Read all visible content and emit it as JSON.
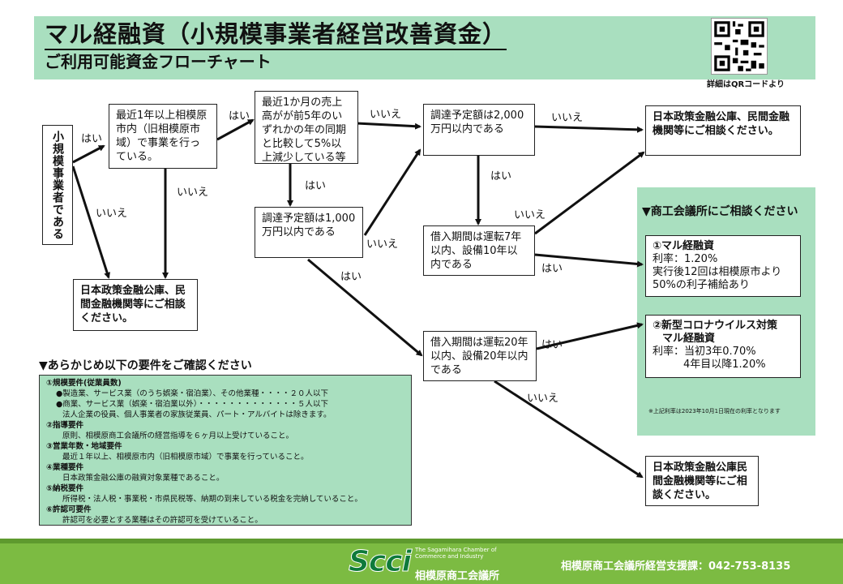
{
  "header": {
    "title": "マル経融資（小規模事業者経営改善資金）",
    "subtitle": "ご利用可能資金フローチャート",
    "qr_caption": "詳細はQRコードより"
  },
  "flow": {
    "start": "小規模事業者である",
    "q1": "最近1年以上相模原市内（旧相模原市域）で事業を行っている。",
    "q2": "最近1か月の売上高がが前5年のいずれかの年の同期と比較して5%以上減少している等",
    "q3": "調達予定額は1,000万円以内である",
    "q4": "調達予定額は2,000万円以内である",
    "q5": "借入期間は運転7年以内、設備10年以内である",
    "q6": "借入期間は運転20年以内、設備20年以内である",
    "consult1": "日本政策金融公庫、民間金融機関等にご相談ください。",
    "consult2": "日本政策金融公庫、民間金融機関等にご相談ください。",
    "consult3": "日本政策金融公庫民間金融機関等にご相談ください。",
    "yes": "はい",
    "no": "いいえ"
  },
  "chamber": {
    "title": "▼商工会議所にご相談ください",
    "loan1_title": "①マル経融資",
    "loan1_rate": "利率：1.20%",
    "loan1_sub1": "実行後12回は相模原市より",
    "loan1_sub2": "50%の利子補給あり",
    "loan2_title1": "②新型コロナウイルス対策",
    "loan2_title2": "マル経融資",
    "loan2_rate1": "利率：当初3年0.70%",
    "loan2_rate2": "4年目以降1.20%",
    "note": "※上記利率は2023年10月1日現在の利率となります"
  },
  "requirements": {
    "title": "▼あらかじめ以下の要件をご確認ください",
    "lines": [
      "①規模要件(従業員数)",
      "●製造業、サービス業（のうち娯楽・宿泊業）、その他業種・・・・２０人以下",
      "●商業、サービス業（娯楽・宿泊業以外）・・・・・・・・・・・・・５人以下",
      "法人企業の役員、個人事業者の家族従業員、パート・アルバイトは除きます。",
      "②指導要件",
      "原則、相模原商工会議所の経営指導を６ヶ月以上受けていること。",
      "③営業年数・地域要件",
      "最近１年以上、相模原市内（旧相模原市域）で事業を行っていること。",
      "④業種要件",
      "日本政策金融公庫の融資対象業種であること。",
      "⑤納税要件",
      "所得税・法人税・事業税・市県民税等、納期の到来している税金を完納していること。",
      "⑥許認可要件",
      "許認可を必要とする業種はその許認可を受けていること。"
    ]
  },
  "footer": {
    "logo": "Scci",
    "logo_tagline": "The Sagamihara Chamber of Commerce and Industry",
    "org_name": "相模原商工会議所",
    "contact": "相模原商工会議所経営支援課：042-753-8135"
  },
  "colors": {
    "header_bg": "#a9dfbf",
    "footer_bg": "#7cbb42",
    "logo": "#0e7a3a"
  },
  "icons": {
    "qr": "qr-code-icon"
  }
}
